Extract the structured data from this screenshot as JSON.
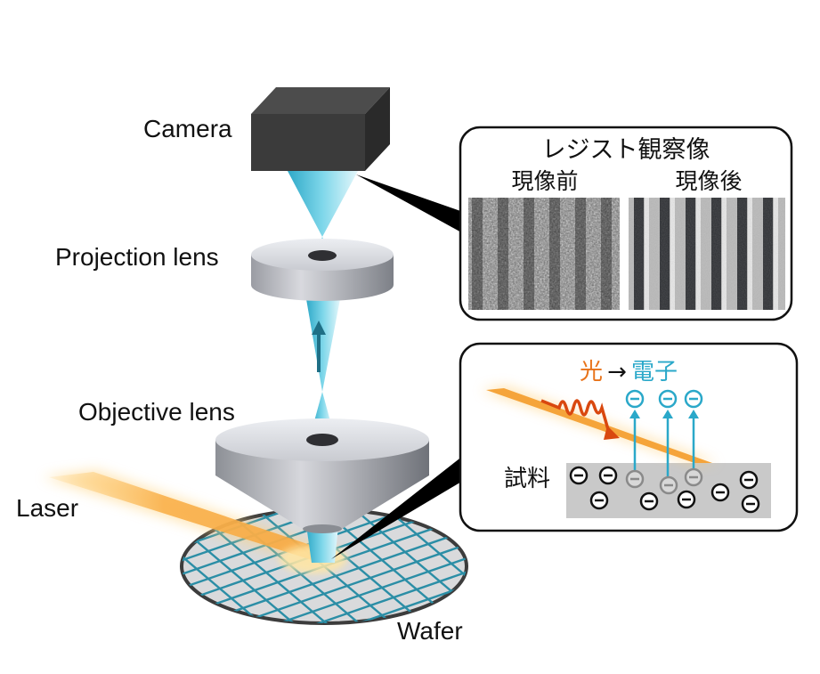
{
  "labels": {
    "camera": "Camera",
    "projection_lens": "Projection lens",
    "objective_lens": "Objective lens",
    "laser": "Laser",
    "wafer": "Wafer"
  },
  "resist_panel": {
    "title": "レジスト観察像",
    "before": "現像前",
    "after": "現像後"
  },
  "emission_panel": {
    "light": "光",
    "arrow": "→",
    "electron": "電子",
    "sample": "試料"
  },
  "colors": {
    "beam": "#5ec6de",
    "laser": "#f7a740",
    "electron": "#2aa8c9",
    "grid": "#2b8ea6",
    "emission_label_light": "#e8731a"
  }
}
